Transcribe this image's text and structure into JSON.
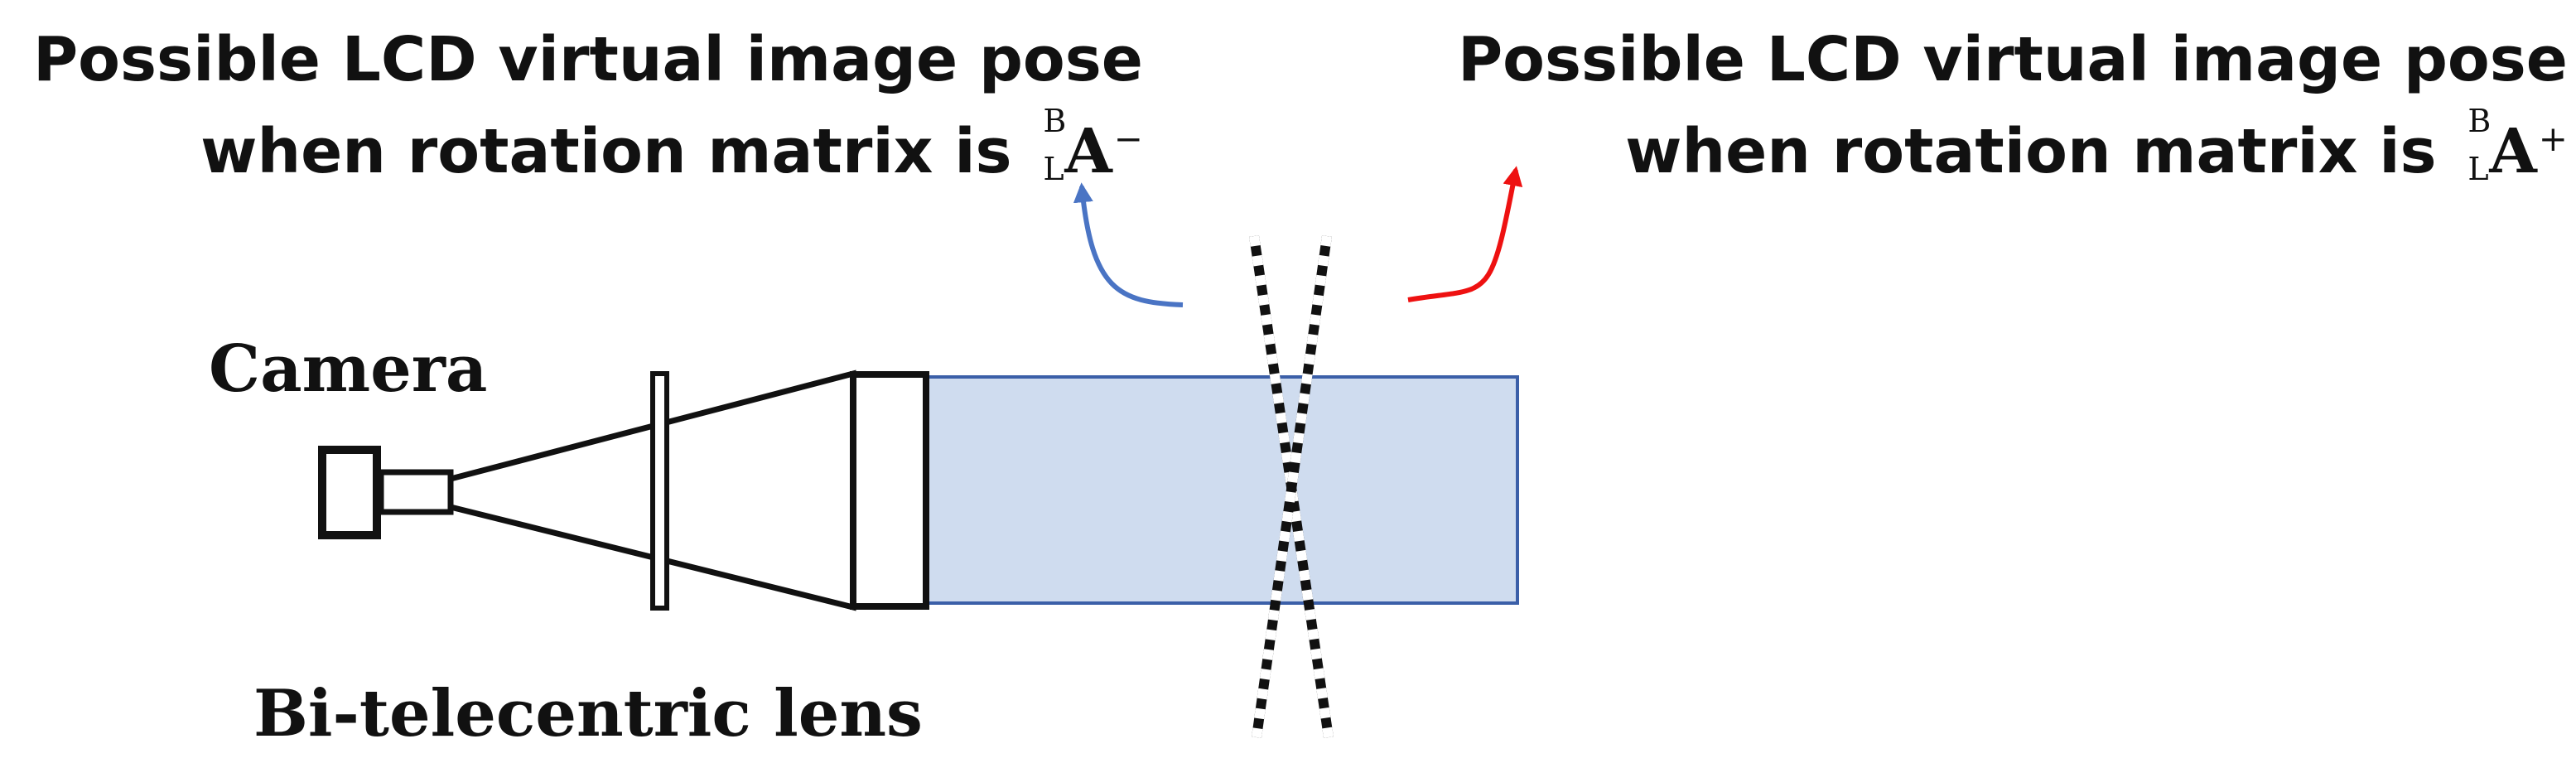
{
  "annotations": {
    "left": {
      "line1": "Possible LCD virtual image pose",
      "line2": "when rotation matrix is",
      "math": {
        "pre_sup": "B",
        "pre_sub": "L",
        "symbol": "A",
        "post_sup": "−"
      }
    },
    "right": {
      "line1": "Possible LCD virtual image pose",
      "line2": "when rotation matrix is",
      "math": {
        "pre_sup": "B",
        "pre_sub": "L",
        "symbol": "A",
        "post_sup": "+"
      }
    }
  },
  "labels": {
    "camera": "Camera",
    "lens": "Bi-telecentric lens"
  },
  "colors": {
    "left_arrow": "#4a74c4",
    "right_arrow": "#ee1111",
    "beam_fill": "#cfdcef",
    "beam_stroke": "#3b5fa8",
    "outline": "#111111"
  }
}
